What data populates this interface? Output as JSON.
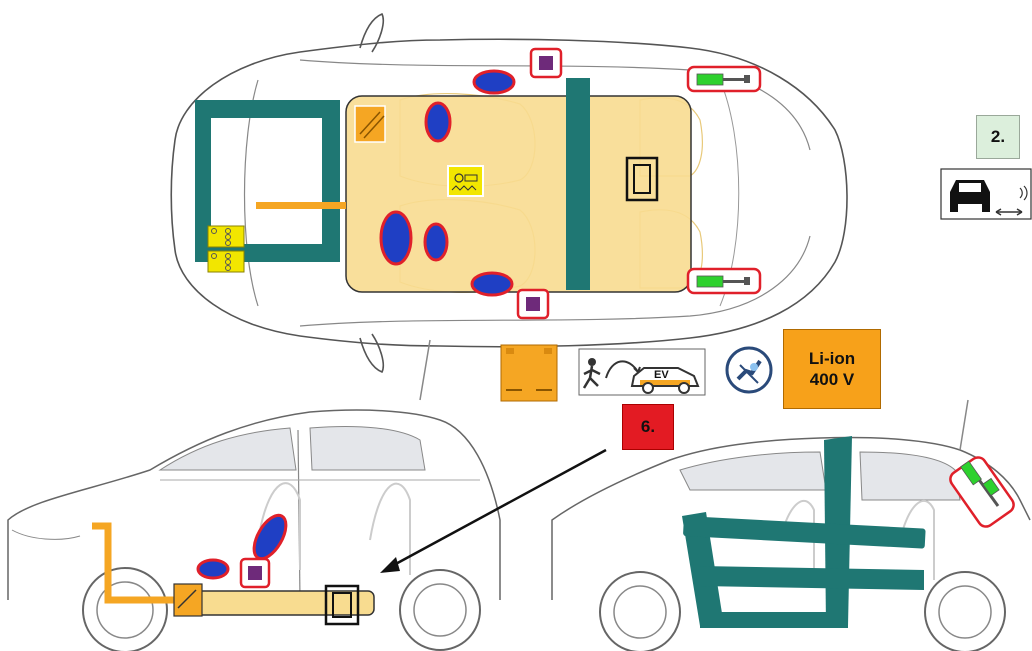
{
  "badges": {
    "step_2": "2.",
    "step_6": "6."
  },
  "battery_label": {
    "line1": "Li-ion",
    "line2": "400 V"
  },
  "ev_sign_text": "EV",
  "colors": {
    "reinforcement": "#1f7773",
    "airbag": "#1f3fc4",
    "airbag_outline": "#e0202a",
    "gas_strut": "#2ed12e",
    "hv_battery": "#f5d98a",
    "hv_cable": "#f5a623",
    "pretensioner": "#6e2a7a",
    "12v_battery": "#f5a623",
    "control_unit": "#f2e600"
  },
  "icons": [
    "car-top-view-icon",
    "car-side-view-icon",
    "car-rear-side-view-icon",
    "airbag-icon",
    "gas-strut-icon",
    "seatbelt-pretensioner-icon",
    "hv-cable-icon",
    "hv-battery-icon",
    "12v-battery-icon",
    "ev-towing-icon",
    "service-plug-icon",
    "car-distance-icon",
    "arrow-icon"
  ]
}
